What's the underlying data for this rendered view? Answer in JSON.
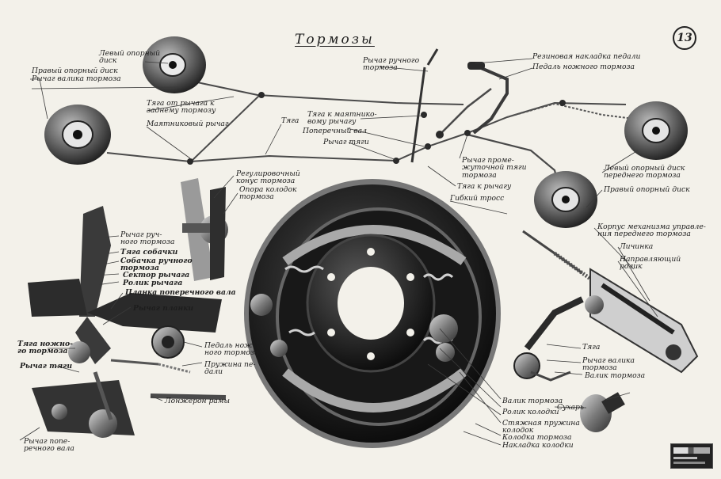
{
  "title": "Тормозы",
  "page_number": "13",
  "labels": {
    "lev_op_disk": "Левый опорный\nдиск",
    "prav_op_disk": "Правый опорный диск",
    "rychag_valika": "Рычаг валика тормоза",
    "tyaga_ot_rychaga": "Тяга от рычага к\nзаднему тормозу",
    "mayatnik": "Маятниковый рычаг",
    "tyaga_mid": "Тяга",
    "rychag_ruchnogo_top": "Рычаг ручного\nтормоза",
    "rezin_nakladka": "Резиновая накладка педали",
    "pedal_nozhnogo_top": "Педаль ножного тормоза",
    "tyaga_k_mayatnik": "Тяга к маятнико-\nвому рычагу",
    "poperech_val": "Поперечный вал",
    "rychag_tyagi_top": "Рычаг тяги",
    "rychag_promezh": "Рычаг проме-\nжуточной тяги\nтормоза",
    "tyaga_k_rychagu": "Тяга к рычагу",
    "lev_op_disk_pered": "Левый опорный диск\nпереднего тормоза",
    "prav_op_disk_2": "Правый опорный диск",
    "gibkiy_tross": "Гибкий тросс",
    "regul_konus": "Регулировочный\nконус тормоза",
    "opora_kolodok": "Опора колодок\nтормоза",
    "rychag_ruchnogo_left": "Рычаг руч-\nного тормоза",
    "tyaga_sobachki": "Тяга собачки",
    "sobachka": "Собачка ручного\nтормоза",
    "sektor": "Сектор рычага",
    "rolik_rychaga": "Ролик рычага",
    "planka_poperech": "Планка поперечного вала",
    "rychag_planki": "Рычаг планки",
    "tyaga_nozhnogo": "Тяга ножно-\nго тормоза",
    "rychag_tyagi_left": "Рычаг тяги",
    "pedal_nozhnogo_left": "Педаль нож-\nного тормоза",
    "pruzhina_pedali": "Пружина пе-\nдали",
    "lonzheron": "Лонжерон рамы",
    "rychag_poperech": "Рычаг попе-\nречного вала",
    "korpus": "Корпус механизма управле-\nния переднего тормоза",
    "lichinka": "Личинка",
    "napr_rolik": "Направляющий\nролик",
    "tyaga_right": "Тяга",
    "rychag_valika_r": "Рычаг валика\nтормоза",
    "valik_r": "Валик тормоза",
    "valik_bottom": "Валик тормоза",
    "sukhar": "Сухарь",
    "rolik_kolodki": "Ролик колодки",
    "styazh_pruzhina": "Стяжная пружина\nколодок",
    "kolodka": "Колодка тормоза",
    "nakladka": "Накладка колодки"
  }
}
